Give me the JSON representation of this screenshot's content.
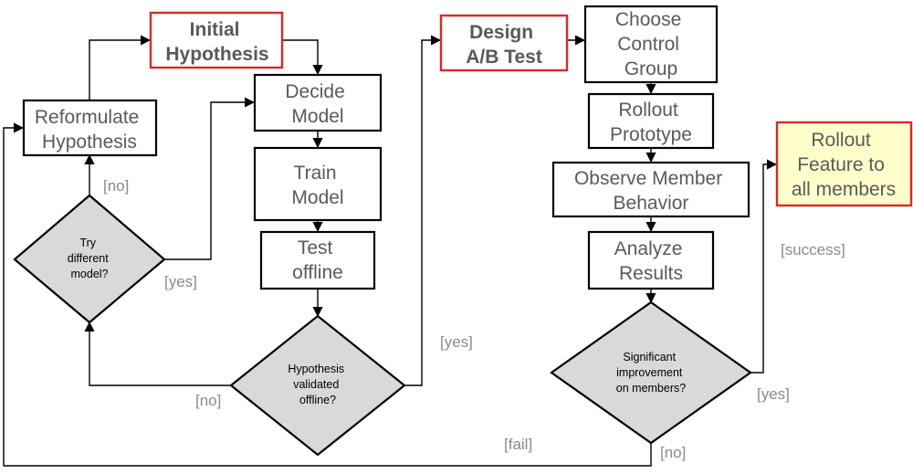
{
  "nodes": {
    "initial_hypothesis": {
      "lines": [
        "Initial",
        "Hypothesis"
      ]
    },
    "reformulate_hypothesis": {
      "lines": [
        "Reformulate",
        "Hypothesis"
      ]
    },
    "decide_model": {
      "lines": [
        "Decide",
        "Model"
      ]
    },
    "train_model": {
      "lines": [
        "Train",
        "Model"
      ]
    },
    "test_offline": {
      "lines": [
        "Test",
        "offline"
      ]
    },
    "try_different_model": {
      "lines": [
        "Try",
        "different",
        "model?"
      ]
    },
    "hypothesis_validated": {
      "lines": [
        "Hypothesis",
        "validated",
        "offline?"
      ]
    },
    "design_ab_test": {
      "lines": [
        "Design",
        "A/B Test"
      ]
    },
    "choose_control_group": {
      "lines": [
        "Choose",
        "Control",
        "Group"
      ]
    },
    "rollout_prototype": {
      "lines": [
        "Rollout",
        "Prototype"
      ]
    },
    "observe_member_behavior": {
      "lines": [
        "Observe Member",
        "Behavior"
      ]
    },
    "analyze_results": {
      "lines": [
        "Analyze",
        "Results"
      ]
    },
    "significant_improvement": {
      "lines": [
        "Significant",
        "improvement",
        "on members?"
      ]
    },
    "rollout_feature": {
      "lines": [
        "Rollout",
        "Feature to",
        "all members"
      ]
    }
  },
  "edge_labels": {
    "try_no": "[no]",
    "try_yes": "[yes]",
    "validated_no": "[no]",
    "validated_yes": "[yes]",
    "improvement_success": "[success]",
    "improvement_yes": "[yes]",
    "fail": "[fail]",
    "improvement_no": "[no]"
  }
}
